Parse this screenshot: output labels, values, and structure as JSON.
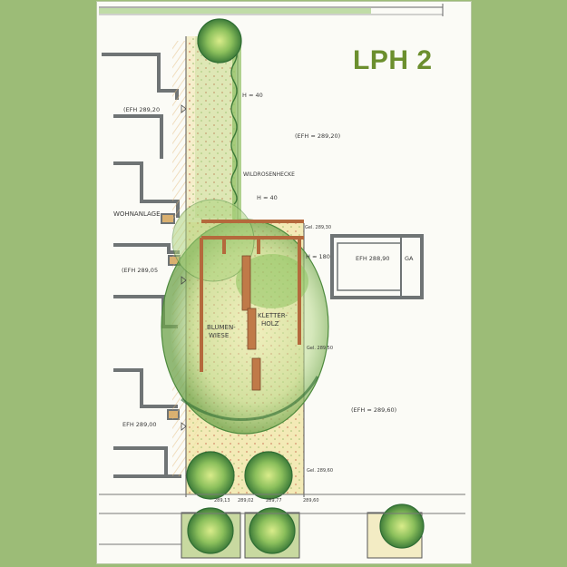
{
  "title": "LPH 2",
  "colors": {
    "background": "#9cbc77",
    "title": "#6c8f2e",
    "building_gray": "#6f7475",
    "lawn_green": "#9fc66a",
    "path_yellow": "#f1e6a6",
    "wood_brown": "#b4693c",
    "tree_dark": "#3d7a38"
  },
  "labels": {
    "wohnanlage": "WOHNANLAGE",
    "efh_1": "(EFH 289,20",
    "efh_2": "(EFH 289,05",
    "efh_3": "EFH 289,00",
    "efh_right_top": "(EFH ≈ 289,20)",
    "efh_garage": "EFH 288,90",
    "efh_right_low": "(EFH ≈ 289,60)",
    "wildrosenhecke": "WILDROSENHECKE",
    "h40": "H ≈ 40",
    "h40b": "H ≈ 40",
    "h180": "H ≈ 180",
    "blumenwiese_1": "BLUMEN-",
    "blumenwiese_2": "WIESE",
    "kletterholz_1": "KLETTER-",
    "kletterholz_2": "HOLZ",
    "ga": "GA",
    "gel_1": "Gel. 289,30",
    "gel_2": "Gel. 289,50",
    "gel_3": "Gel. 289,60",
    "bottom_1": "289,13",
    "bottom_2": "289,02",
    "bottom_3": "289,77",
    "bottom_4": "289,60"
  }
}
